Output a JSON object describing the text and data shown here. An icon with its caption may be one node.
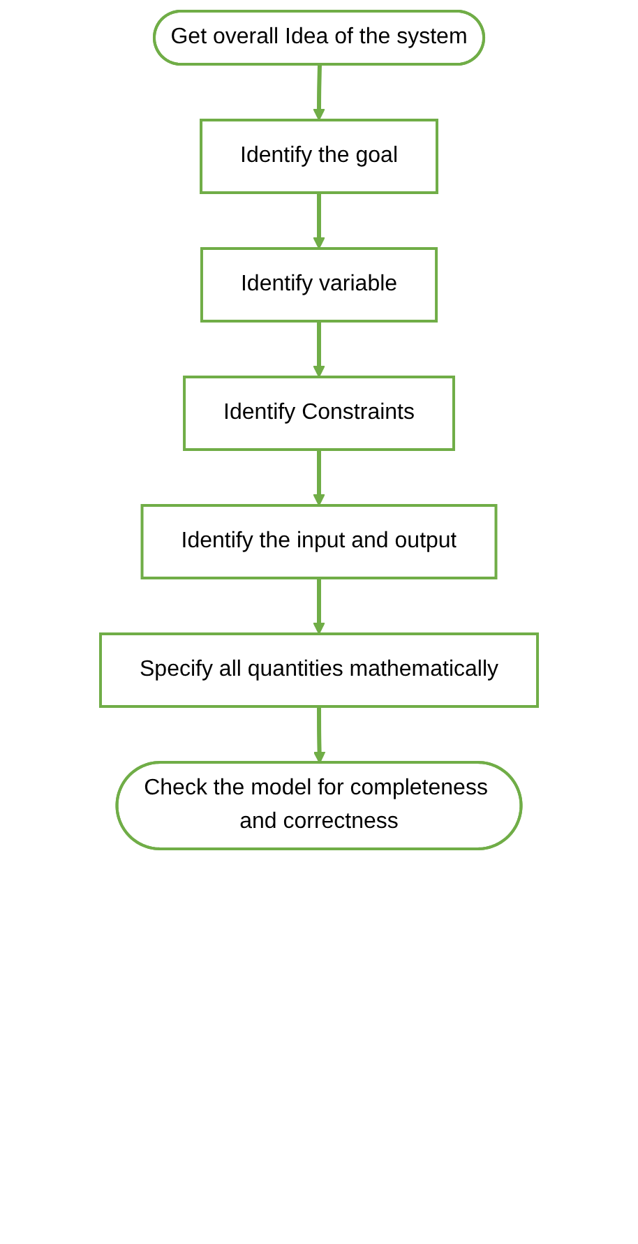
{
  "diagram": {
    "nodes": [
      {
        "text": [
          "Get overall Idea of the system"
        ]
      },
      {
        "text": [
          "Identify the goal"
        ]
      },
      {
        "text": [
          "Identify variable"
        ]
      },
      {
        "text": [
          "Identify Constraints"
        ]
      },
      {
        "text": [
          "Identify the input and output"
        ]
      },
      {
        "text": [
          "Specify all quantities mathematically"
        ]
      },
      {
        "text": [
          "Check the model for completeness and correctness"
        ]
      }
    ],
    "edges": [
      {
        "from": 0,
        "to": 1,
        "arrow": "to"
      },
      {
        "from": 1,
        "to": 2,
        "arrow": "to"
      },
      {
        "from": 2,
        "to": 3,
        "arrow": "to"
      },
      {
        "from": 3,
        "to": 4,
        "arrow": "to"
      },
      {
        "from": 4,
        "to": 5,
        "arrow": "to"
      },
      {
        "from": 5,
        "to": 6,
        "arrow": "to"
      }
    ]
  }
}
